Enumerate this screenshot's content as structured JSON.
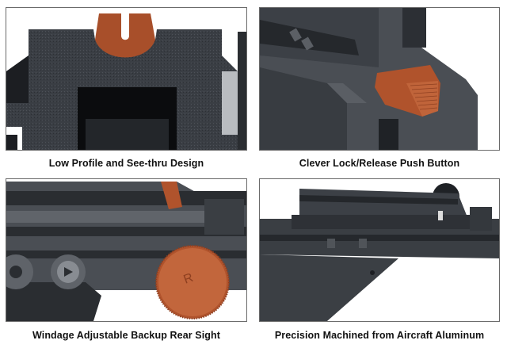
{
  "panels": [
    {
      "id": "low-profile",
      "caption": "Low Profile and See-thru Design",
      "image_description": "Front view of black textured sight base with orange notched rear sight blade and see-thru aperture window"
    },
    {
      "id": "lock-release",
      "caption": "Clever Lock/Release Push Button",
      "image_description": "Angled close-up of gray mount with orange ribbed push button"
    },
    {
      "id": "windage",
      "caption": "Windage Adjustable Backup Rear Sight",
      "image_description": "Side view of rail with orange knurled windage knob marked R and hex socket screws"
    },
    {
      "id": "aluminum",
      "caption": "Precision Machined from Aircraft Aluminum",
      "image_description": "Dark gray machined aluminum rail mount with knurled knob at rear"
    }
  ],
  "colors": {
    "frame_border": "#6a6a6a",
    "metal_dark": "#2e3136",
    "metal_mid": "#45494f",
    "metal_light": "#5c6066",
    "accent_orange": "#b0532c",
    "caption_text": "#111111"
  },
  "knob_label": "R"
}
